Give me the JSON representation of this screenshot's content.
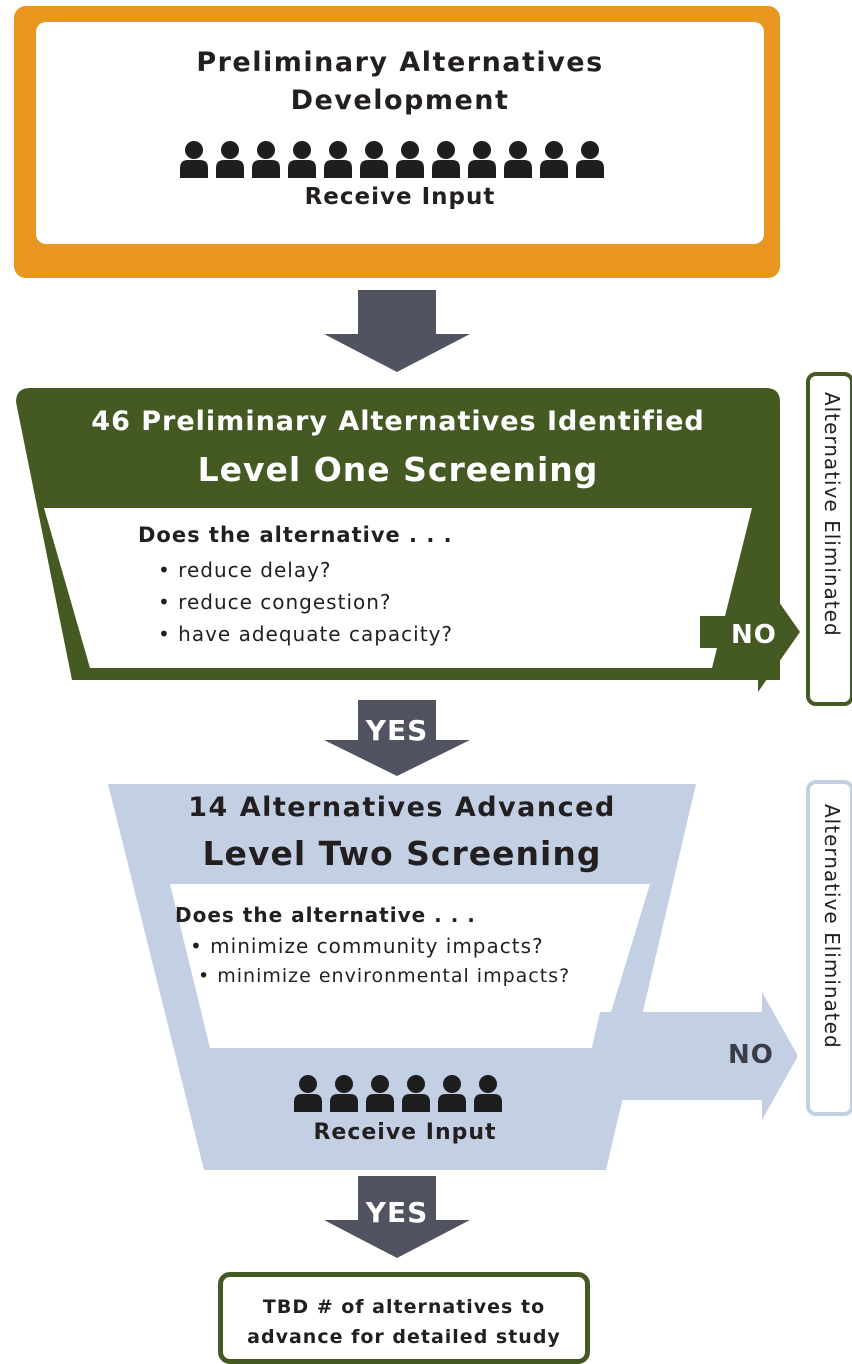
{
  "stage1": {
    "title_line1": "Preliminary Alternatives",
    "title_line2": "Development",
    "input_label": "Receive Input",
    "people_count": 12
  },
  "stage2": {
    "heading": "46 Preliminary Alternatives Identified",
    "subheading": "Level One Screening",
    "question": "Does the alternative . . .",
    "criteria": [
      "• reduce delay?",
      "• reduce congestion?",
      "• have adequate capacity?"
    ],
    "no_label": "NO",
    "eliminated_label": "Alternative Eliminated",
    "color": "#455a22"
  },
  "arrow1": {
    "color": "#515460"
  },
  "arrow2": {
    "label": "YES"
  },
  "stage3": {
    "heading": "14 Alternatives Advanced",
    "subheading": "Level Two Screening",
    "question": "Does the alternative . . .",
    "criteria": [
      "• minimize community impacts?",
      "• minimize environmental impacts?"
    ],
    "input_label": "Receive Input",
    "people_count": 6,
    "no_label": "NO",
    "eliminated_label": "Alternative Eliminated",
    "color": "#c3d0e4"
  },
  "arrow3": {
    "label": "YES"
  },
  "final": {
    "line1": "TBD # of alternatives to",
    "line2": "advance for detailed study"
  }
}
